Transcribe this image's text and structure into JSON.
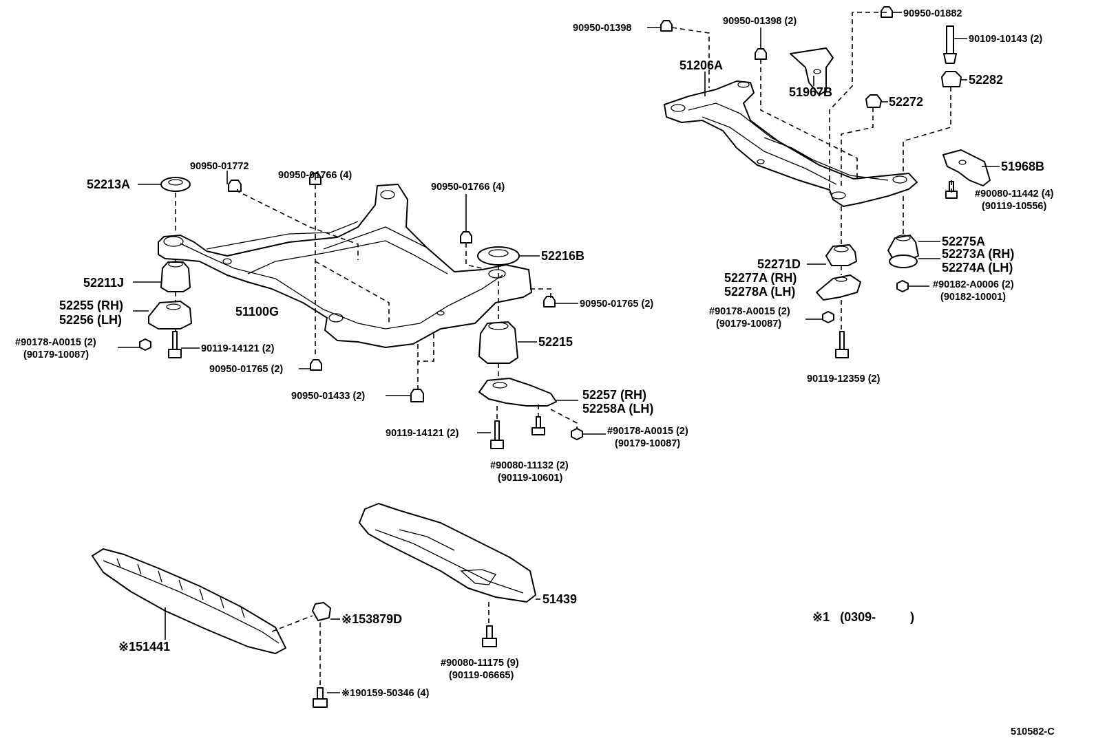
{
  "labels": {
    "l_52213A": "52213A",
    "l_52211J": "52211J",
    "l_52255": "52255 (RH)",
    "l_52256": "52256 (LH)",
    "l_90178_a": "#90178-A0015 (2)",
    "l_90179_a": "(90179-10087)",
    "l_90119_14121_a": "90119-14121 (2)",
    "l_90950_01772": "90950-01772",
    "l_90950_01766_a": "90950-01766 (4)",
    "l_90950_01766_b": "90950-01766 (4)",
    "l_51100G": "51100G",
    "l_52216B": "52216B",
    "l_90950_01765_a": "90950-01765 (2)",
    "l_90950_01765_b": "90950-01765 (2)",
    "l_52215": "52215",
    "l_90950_01433": "90950-01433 (2)",
    "l_52257": "52257   (RH)",
    "l_52258A": "52258A (LH)",
    "l_90119_14121_b": "90119-14121 (2)",
    "l_90178_b": "#90178-A0015 (2)",
    "l_90179_b": "(90179-10087)",
    "l_90080_11132": "#90080-11132 (2)",
    "l_90119_10601": "(90119-10601)",
    "l_90950_01398_a": "90950-01398",
    "l_90950_01398_b": "90950-01398 (2)",
    "l_90950_01882": "90950-01882",
    "l_90109_10143": "90109-10143 (2)",
    "l_51206A": "51206A",
    "l_51967B": "51967B",
    "l_52272": "52272",
    "l_52282": "52282",
    "l_51968B": "51968B",
    "l_90080_11442": "#90080-11442 (4)",
    "l_90119_10556": "(90119-10556)",
    "l_52275A": "52275A",
    "l_52271D": "52271D",
    "l_52273A": "52273A (RH)",
    "l_52274A": "52274A (LH)",
    "l_52277A": "52277A (RH)",
    "l_52278A": "52278A (LH)",
    "l_90182": "#90182-A0006 (2)",
    "l_90182_10001": "(90182-10001)",
    "l_90178_c": "#90178-A0015 (2)",
    "l_90179_c": "(90179-10087)",
    "l_90119_12359": "90119-12359 (2)",
    "l_51439": "51439",
    "l_90080_11175": "#90080-11175 (9)",
    "l_90119_06665": "(90119-06665)",
    "l_51441": "※151441",
    "l_53879D": "※153879D",
    "l_90159": "※190159-50346 (4)",
    "l_note": "※1   (0309-          )",
    "l_code": "510582-C"
  }
}
